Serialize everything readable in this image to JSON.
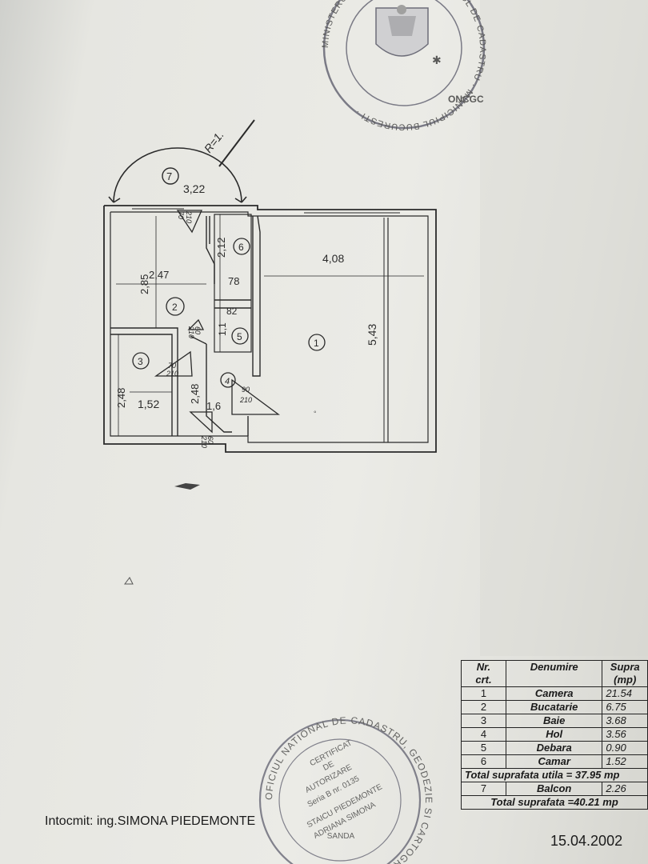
{
  "plan": {
    "radius_label": "R=1.",
    "rooms": {
      "r1": {
        "num": "1",
        "dim_w": "4,08",
        "dim_h": "5,43"
      },
      "r2": {
        "num": "2",
        "dim_w": "2,47",
        "dim_h": "2,85"
      },
      "r3": {
        "num": "3",
        "dim_w": "1,52",
        "dim_h": "2,48"
      },
      "r4": {
        "num": "4",
        "dim_w": "1,6",
        "dim_h": "2,48"
      },
      "r5": {
        "num": "5",
        "dim_w": "82",
        "dim_h": "1,1"
      },
      "r6": {
        "num": "6",
        "dim_w": "78",
        "dim_h": "2,12"
      },
      "r7": {
        "num": "7",
        "dim_w": "3,22"
      }
    },
    "doors": {
      "d1": {
        "w": "70",
        "h": "210"
      },
      "d2": {
        "w": "90",
        "h": "210"
      },
      "d3": {
        "w": "70",
        "h": "210"
      },
      "d4": {
        "w": "60",
        "h": "210"
      },
      "d5": {
        "w": "60",
        "h": "210"
      }
    }
  },
  "legend": {
    "headers": {
      "nr": "Nr.",
      "nr2": "crt.",
      "name": "Denumire",
      "area": "Supra",
      "area2": "(mp)"
    },
    "rows": [
      {
        "nr": "1",
        "name": "Camera",
        "area": "21.54"
      },
      {
        "nr": "2",
        "name": "Bucatarie",
        "area": "6.75"
      },
      {
        "nr": "3",
        "name": "Baie",
        "area": "3.68"
      },
      {
        "nr": "4",
        "name": "Hol",
        "area": "3.56"
      },
      {
        "nr": "5",
        "name": "Debara",
        "area": "0.90"
      },
      {
        "nr": "6",
        "name": "Camar",
        "area": "1.52"
      }
    ],
    "total_util": "Total suprafata utila = 37.95 mp",
    "balcon": {
      "nr": "7",
      "name": "Balcon",
      "area": "2.26"
    },
    "total": "Total suprafata =40.21 mp"
  },
  "author": "Intocmit: ing.SIMONA PIEDEMONTE",
  "date": "15.04.2002",
  "stamps": {
    "top_ring": "MINISTERUL ADMINISTRATIEI · OFICIUL DE CADASTRU · MUNICIPIUL BUCURESTI ·",
    "top_code": "ONCGC",
    "bottom_ring": "OFICIUL NATIONAL DE CADASTRU, GEODEZIE SI CARTOGRAFIE",
    "bottom_lines": [
      "CERTIFICAT",
      "DE",
      "AUTORIZARE",
      "Seria B nr. 0135",
      "STAICU PIEDEMONTE",
      "ADRIANA SIMONA",
      "SANDA"
    ]
  },
  "colors": {
    "ink": "#2a2a2a",
    "stamp": "#555566",
    "paper": "#e8e8e3"
  }
}
